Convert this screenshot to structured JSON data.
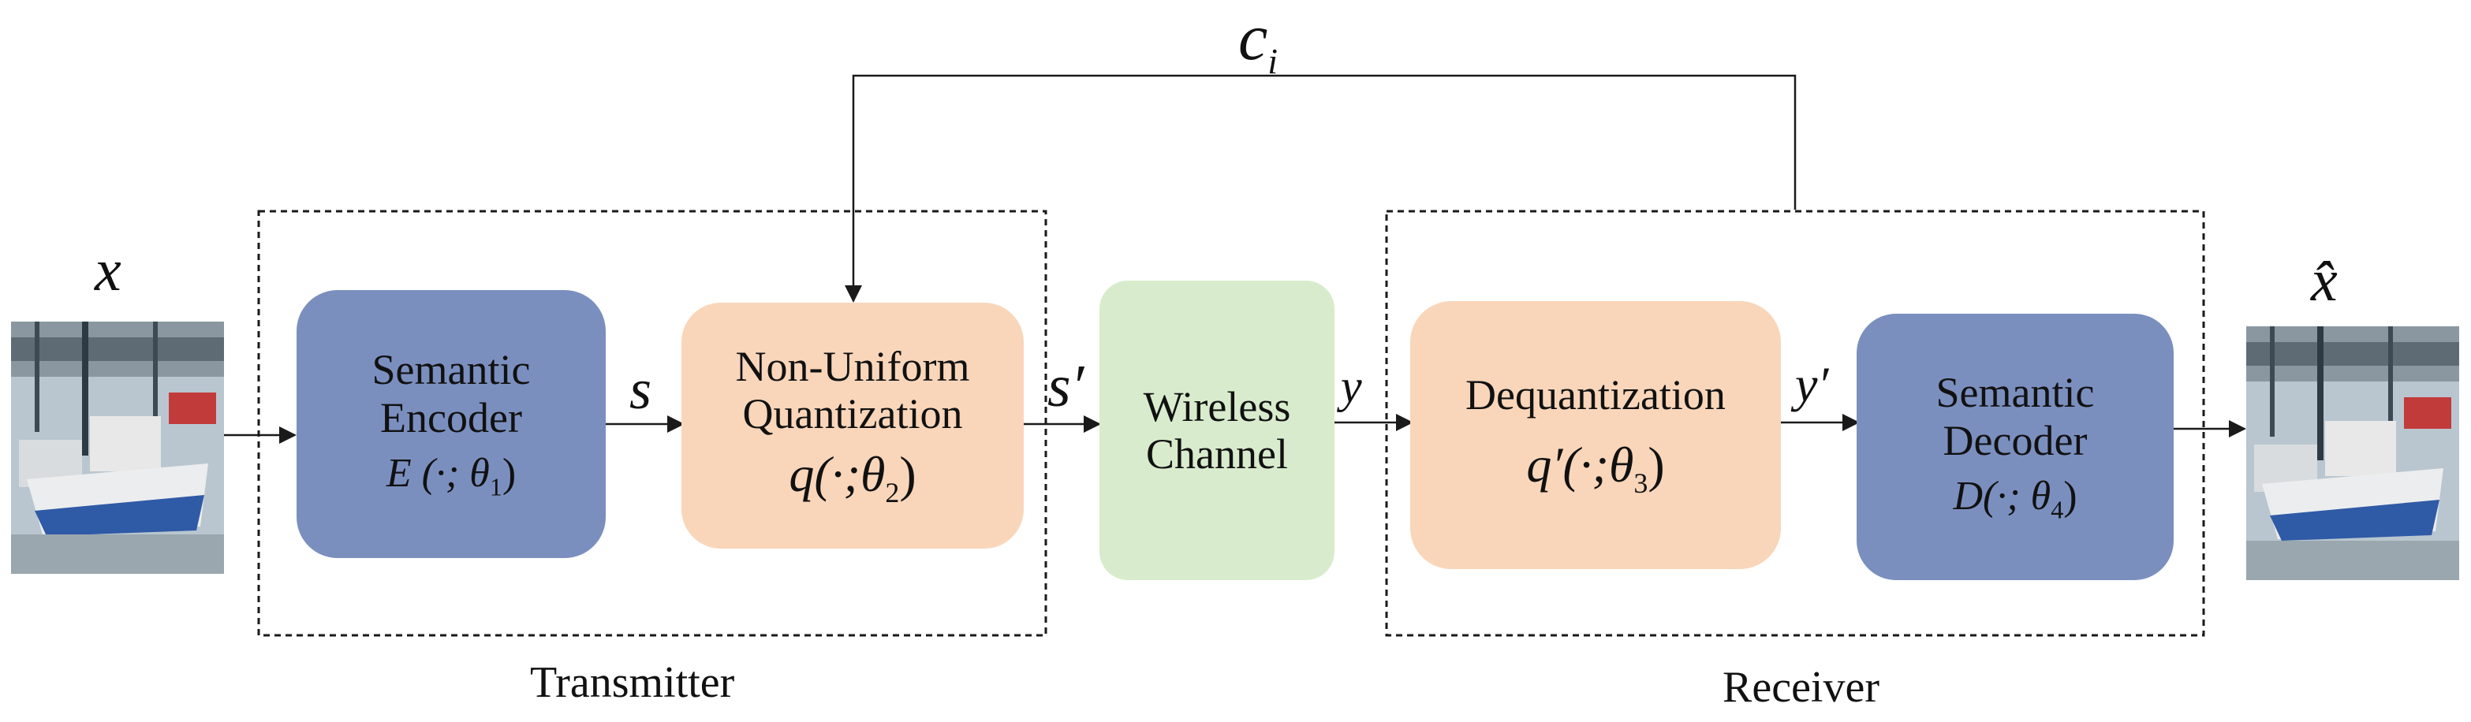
{
  "signals": {
    "x": "x",
    "x_hat": "x̂",
    "s": "s",
    "s_prime": "s′",
    "y": "y",
    "y_prime": "y′",
    "c": "c",
    "c_sub": "i"
  },
  "blocks": {
    "semantic_encoder": {
      "line1": "Semantic",
      "line2": "Encoder",
      "func": "E (·; θ",
      "sub": "1",
      "close": ")"
    },
    "quantization": {
      "line1": "Non-Uniform",
      "line2": "Quantization",
      "func": "q(·;θ",
      "sub": "2",
      "close": ")"
    },
    "channel": {
      "line1": "Wireless",
      "line2": "Channel"
    },
    "dequantization": {
      "line1": "Dequantization",
      "func": "q′(·;θ",
      "sub": "3",
      "close": ")"
    },
    "semantic_decoder": {
      "line1": "Semantic",
      "line2": "Decoder",
      "func": "D(·; θ",
      "sub": "4",
      "close": ")"
    }
  },
  "groups": {
    "transmitter": "Transmitter",
    "receiver": "Receiver"
  },
  "images": {
    "input": "boat-image",
    "output": "boat-image"
  },
  "colors": {
    "encoder_decoder": "#7b8fbf",
    "quantization": "#f9d6ba",
    "channel": "#d8eccd",
    "stroke": "#1a1a1a"
  }
}
